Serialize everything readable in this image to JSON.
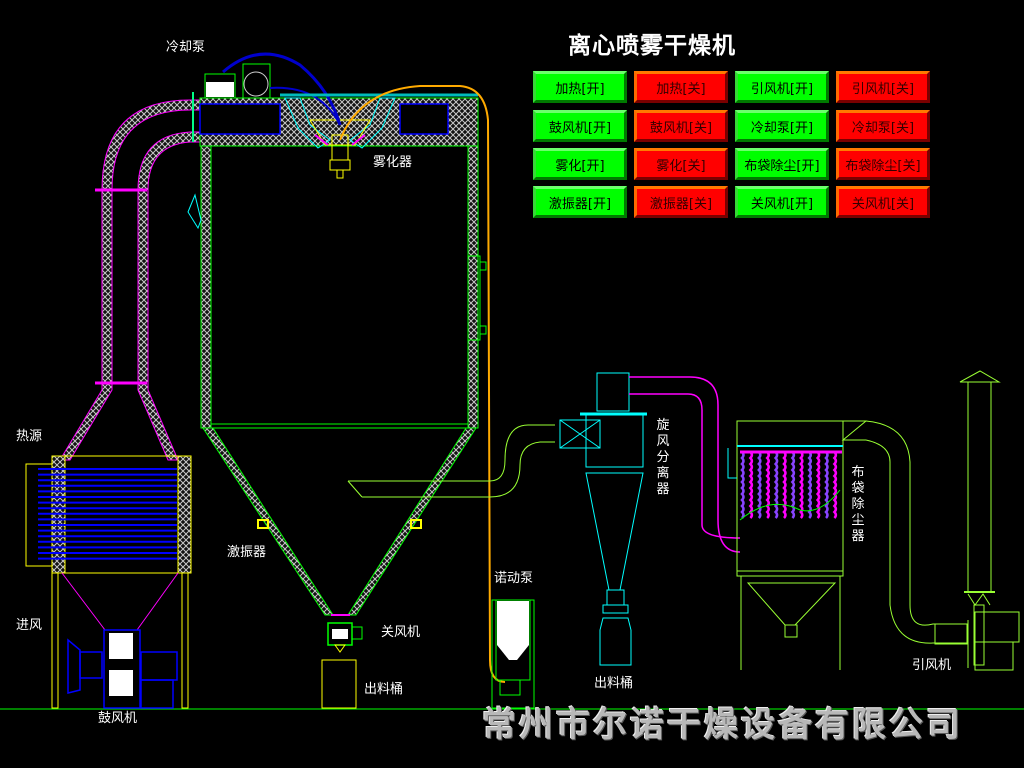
{
  "title": "离心喷雾干燥机",
  "company": "常州市尔诺干燥设备有限公司",
  "colors": {
    "on": "#00ff00",
    "off": "#ff0000",
    "insulation": "#00ff00",
    "duct_hot": "#ff00ff",
    "duct_cyclone": "#00ffff",
    "feed_line": "#ffaa00",
    "cooling_line": "#0000ff"
  },
  "controls": [
    [
      {
        "label": "加热[开]",
        "state": "on"
      },
      {
        "label": "加热[关]",
        "state": "off"
      },
      {
        "label": "引风机[开]",
        "state": "on"
      },
      {
        "label": "引风机[关]",
        "state": "off"
      }
    ],
    [
      {
        "label": "鼓风机[开]",
        "state": "on"
      },
      {
        "label": "鼓风机[关]",
        "state": "off"
      },
      {
        "label": "冷却泵[开]",
        "state": "on"
      },
      {
        "label": "冷却泵[关]",
        "state": "off"
      }
    ],
    [
      {
        "label": "雾化[开]",
        "state": "on"
      },
      {
        "label": "雾化[关]",
        "state": "off"
      },
      {
        "label": "布袋除尘[开]",
        "state": "on"
      },
      {
        "label": "布袋除尘[关]",
        "state": "off"
      }
    ],
    [
      {
        "label": "激振器[开]",
        "state": "on"
      },
      {
        "label": "激振器[关]",
        "state": "off"
      },
      {
        "label": "关风机[开]",
        "state": "on"
      },
      {
        "label": "关风机[关]",
        "state": "off"
      }
    ]
  ],
  "labels": {
    "cooling_pump": "冷却泵",
    "atomizer": "雾化器",
    "heat_source": "热源",
    "air_inlet": "进风",
    "blower": "鼓风机",
    "vibrator": "激振器",
    "rotary_valve": "关风机",
    "discharge_bin_1": "出料桶",
    "peristaltic_pump": "诺动泵",
    "cyclone": "旋风分离器",
    "discharge_bin_2": "出料桶",
    "bag_filter": "布袋除尘器",
    "exhaust_fan": "引风机"
  }
}
